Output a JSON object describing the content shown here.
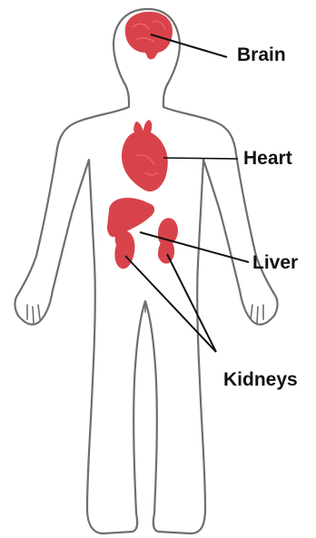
{
  "labels": {
    "brain": "Brain",
    "heart": "Heart",
    "liver": "Liver",
    "kidneys": "Kidneys"
  },
  "colors": {
    "organ": "#d8434b",
    "organ_highlight": "#ec6a70",
    "outline": "#6e6e6e",
    "leader": "#111111",
    "text": "#111111"
  }
}
